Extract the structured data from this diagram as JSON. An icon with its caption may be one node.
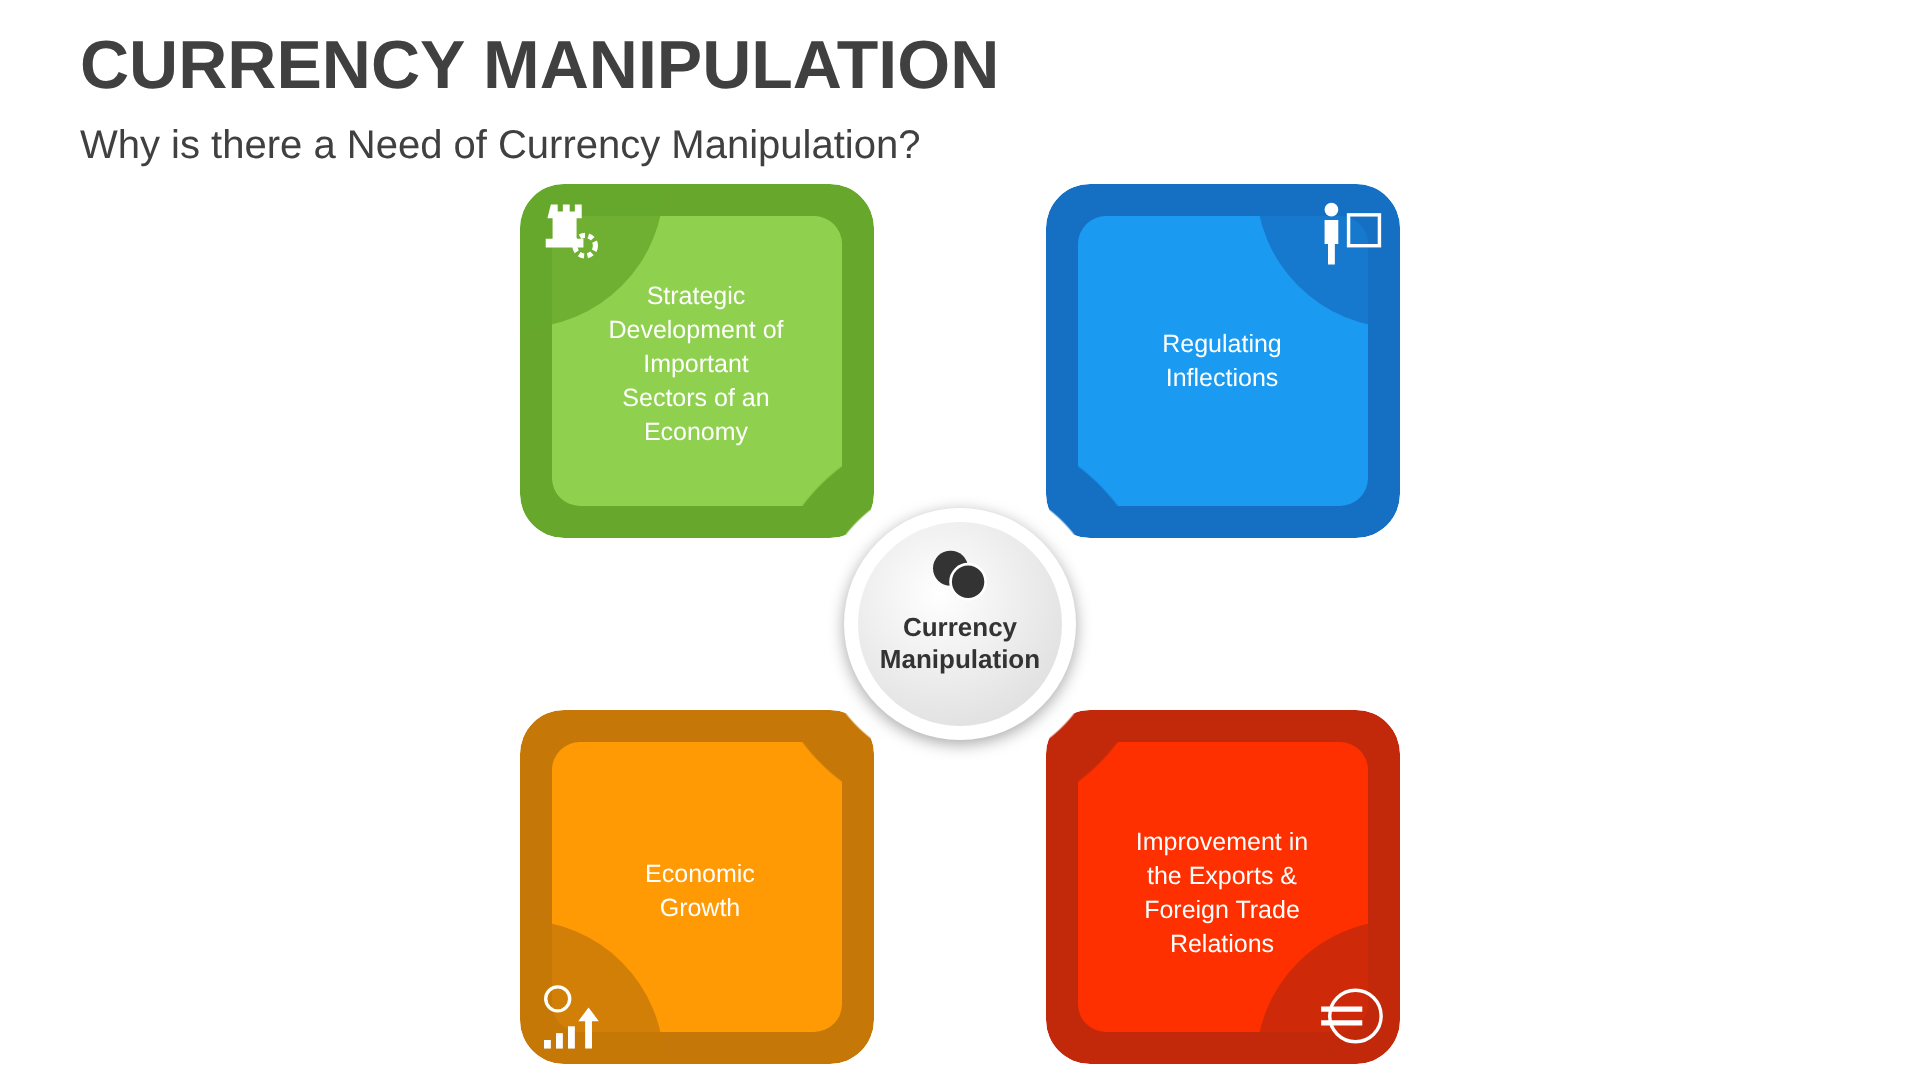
{
  "diagram": {
    "title": "CURRENCY MANIPULATION",
    "nodes": [
      {
        "text": [
          "Strategic Development of Important Sectors of an Economy"
        ]
      },
      {
        "text": [
          "Regulating Inflections"
        ]
      },
      {
        "text": [
          "Currency Manipulation"
        ]
      },
      {
        "text": [
          "Economic Growth"
        ]
      },
      {
        "text": [
          "Improvement in the Exports & Foreign Trade Relations"
        ]
      }
    ],
    "edges": [],
    "labels": [
      "Why is there a Need of Currency Manipulation?"
    ]
  }
}
